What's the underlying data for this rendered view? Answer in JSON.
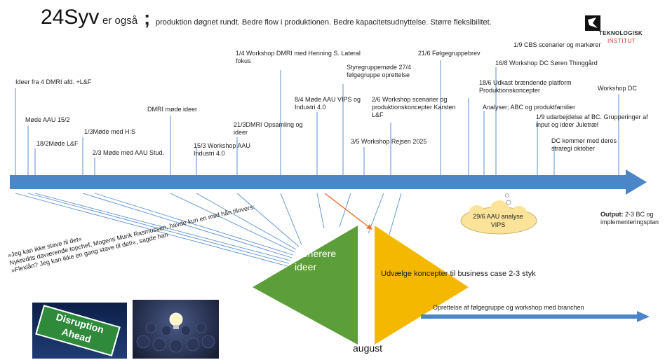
{
  "header": {
    "title": "24Syv",
    "subtitle_a": "er også",
    "subtitle_sep": ";",
    "subtitle_b": "produktion døgnet rundt. Bedre flow i produktionen. Bedre kapacitetsudnyttelse.  Større fleksibilitet."
  },
  "logo": {
    "name": "TEKNOLOGISK",
    "sub": "INSTITUT"
  },
  "timeline": {
    "labels": [
      "Ideer fra 4 DMRI afd. +L&F",
      "Møde AAU 15/2",
      "18/2Møde L&F",
      "1/3Møde med H:S",
      "2/3  Møde med AAU Stud.",
      "DMRI   møde ideer",
      "15/3 Workshop AAU Industri 4.0",
      "21/3DMRI  Opsamling og ideer",
      "1/4 Workshop DMRI med Henning S. Lateral fokus",
      "8/4 Møde AAU VIPS og Industri 4.0",
      "Styregruppemøde 27/4 følgegruppe oprettelse",
      "3/5  Workshop Rejsen 2025",
      "2/6 Workshop scenarier og produktionskoncepter Karsten L&F",
      "21/6 Følgegruppebrev",
      "18/6 Udkast brændende platform Produktionskoncepter",
      "Analyser; ABC og produktfamilier",
      "16/8 Workshop DC Søren Thinggård",
      "1/9 CBS scenarier og markører",
      "1/9 udarbejdelse af BC. Grupperinger af input og ideer Juletræl",
      "DC kommer med deres strategi oktober",
      "Workshop DC"
    ],
    "cloud": "29/6 AAU analyse VIPS",
    "output_label": "Output:",
    "output_text": "2-3 BC og implementeringsplan"
  },
  "phases": {
    "green": "Generere ideer",
    "orange": "Udvælge koncepter til business case 2-3 styk",
    "august": "august",
    "branch": "Oprettelse af følgegruppe og workshop med branchen"
  },
  "quote": [
    "»Jeg kan ikke stave til det«",
    "Nykredits daværende topchef, Mogens Munk Rasmussen, havde kun en mild hån tilovers:",
    "»Flexlån? Jeg kan ikke en gang stave til det!«, sagde han"
  ],
  "images": {
    "sign_text": "Disruption Ahead"
  },
  "colors": {
    "arrow": "#4a86c8",
    "green": "#5c9e3a",
    "orange": "#f5b800",
    "cloud": "#fbe49a",
    "red_arrow": "#e8702a"
  }
}
